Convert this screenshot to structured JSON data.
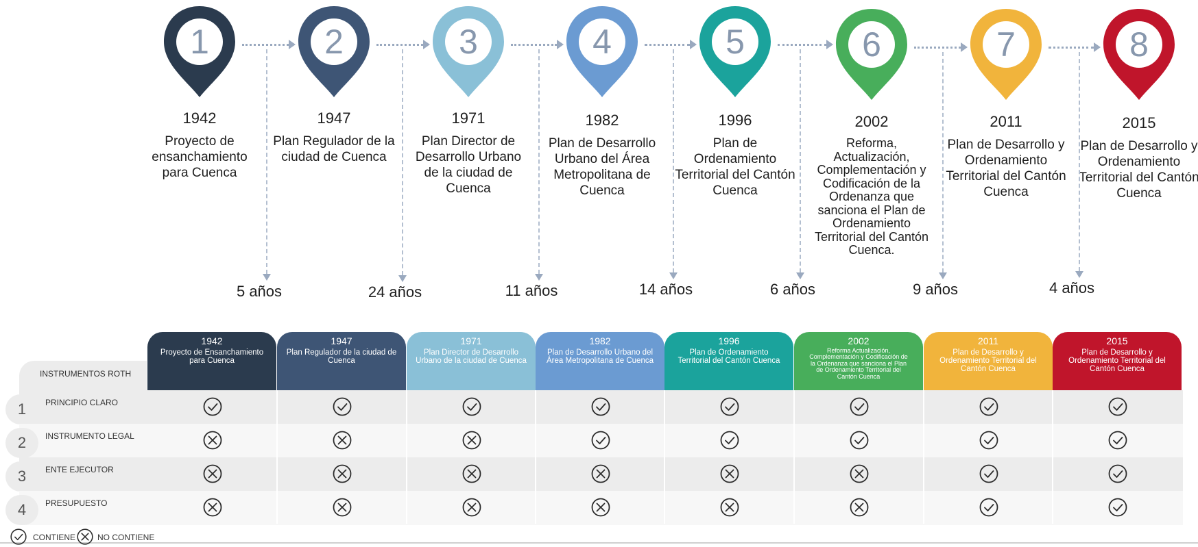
{
  "milestones": [
    {
      "num": "1",
      "year": "1942",
      "name": "Proyecto de ensanchamiento para Cuenca",
      "color": "#2b3b4e"
    },
    {
      "num": "2",
      "year": "1947",
      "name": "Plan Regulador de la ciudad de Cuenca",
      "color": "#3e5575"
    },
    {
      "num": "3",
      "year": "1971",
      "name": "Plan Director de Desarrollo Urbano de la ciudad de Cuenca",
      "color": "#8ac0d7"
    },
    {
      "num": "4",
      "year": "1982",
      "name": "Plan de Desarrollo Urbano del Área Metropolitana de Cuenca",
      "color": "#6b9bd2"
    },
    {
      "num": "5",
      "year": "1996",
      "name": "Plan de Ordenamiento Territorial del Cantón Cuenca",
      "color": "#1ba39c"
    },
    {
      "num": "6",
      "year": "2002",
      "name": "Reforma, Actualización, Complementación y Codificación de la Ordenanza que sanciona el Plan de Ordenamiento Territorial del Cantón Cuenca.",
      "color": "#48ae5b"
    },
    {
      "num": "7",
      "year": "2011",
      "name": "Plan de Desarrollo y Ordenamiento Territorial del Cantón Cuenca",
      "color": "#f1b43c"
    },
    {
      "num": "8",
      "year": "2015",
      "name": "Plan de Desarrollo y Ordenamiento Territorial del Cantón Cuenca",
      "color": "#c0152b"
    }
  ],
  "gaps": [
    "5 años",
    "24 años",
    "11 años",
    "14 años",
    "6 años",
    "9 años",
    "4 años"
  ],
  "table": {
    "corner_label": "INSTRUMENTOS ROTH",
    "columns": [
      {
        "year": "1942",
        "name": "Proyecto de Ensanchamiento para Cuenca",
        "color": "#2b3b4e"
      },
      {
        "year": "1947",
        "name": "Plan Regulador de la ciudad de Cuenca",
        "color": "#3e5575"
      },
      {
        "year": "1971",
        "name": "Plan Director de Desarrollo Urbano de la ciudad de Cuenca",
        "color": "#8ac0d7"
      },
      {
        "year": "1982",
        "name": "Plan de Desarrollo Urbano del Área Metropolitana de Cuenca",
        "color": "#6b9bd2"
      },
      {
        "year": "1996",
        "name": "Plan de Ordenamiento Territorial del Cantón Cuenca",
        "color": "#1ba39c"
      },
      {
        "year": "2002",
        "name": "Reforma Actualización, Complementación y Codificación de la Ordenanza que sanciona el Plan de Ordenamiento Territorial del Cantón Cuenca",
        "color": "#48ae5b"
      },
      {
        "year": "2011",
        "name": "Plan de Desarrollo y Ordenamiento Territorial del Cantón Cuenca",
        "color": "#f1b43c"
      },
      {
        "year": "2015",
        "name": "Plan de Desarrollo y Ordenamiento Territorial del Cantón Cuenca",
        "color": "#c0152b"
      }
    ],
    "rows": [
      {
        "num": "1",
        "label": "PRINCIPIO CLARO",
        "values": [
          "contiene",
          "contiene",
          "contiene",
          "contiene",
          "contiene",
          "contiene",
          "contiene",
          "contiene"
        ]
      },
      {
        "num": "2",
        "label": "INSTRUMENTO LEGAL",
        "values": [
          "no_contiene",
          "no_contiene",
          "no_contiene",
          "contiene",
          "contiene",
          "contiene",
          "contiene",
          "contiene"
        ]
      },
      {
        "num": "3",
        "label": "ENTE EJECUTOR",
        "values": [
          "no_contiene",
          "no_contiene",
          "no_contiene",
          "no_contiene",
          "no_contiene",
          "no_contiene",
          "contiene",
          "contiene"
        ]
      },
      {
        "num": "4",
        "label": "PRESUPUESTO",
        "values": [
          "no_contiene",
          "no_contiene",
          "no_contiene",
          "no_contiene",
          "no_contiene",
          "no_contiene",
          "contiene",
          "contiene"
        ]
      }
    ]
  },
  "legend": {
    "contains_label": "CONTIENE",
    "not_contains_label": "NO CONTIENE",
    "contains_icon": "check-circle-icon",
    "not_contains_icon": "x-circle-icon"
  },
  "colors": {
    "row_alt": "#ececec",
    "row_base": "#f7f7f7",
    "mark": "#2b2b2b",
    "connector": "#9aa9bf"
  }
}
